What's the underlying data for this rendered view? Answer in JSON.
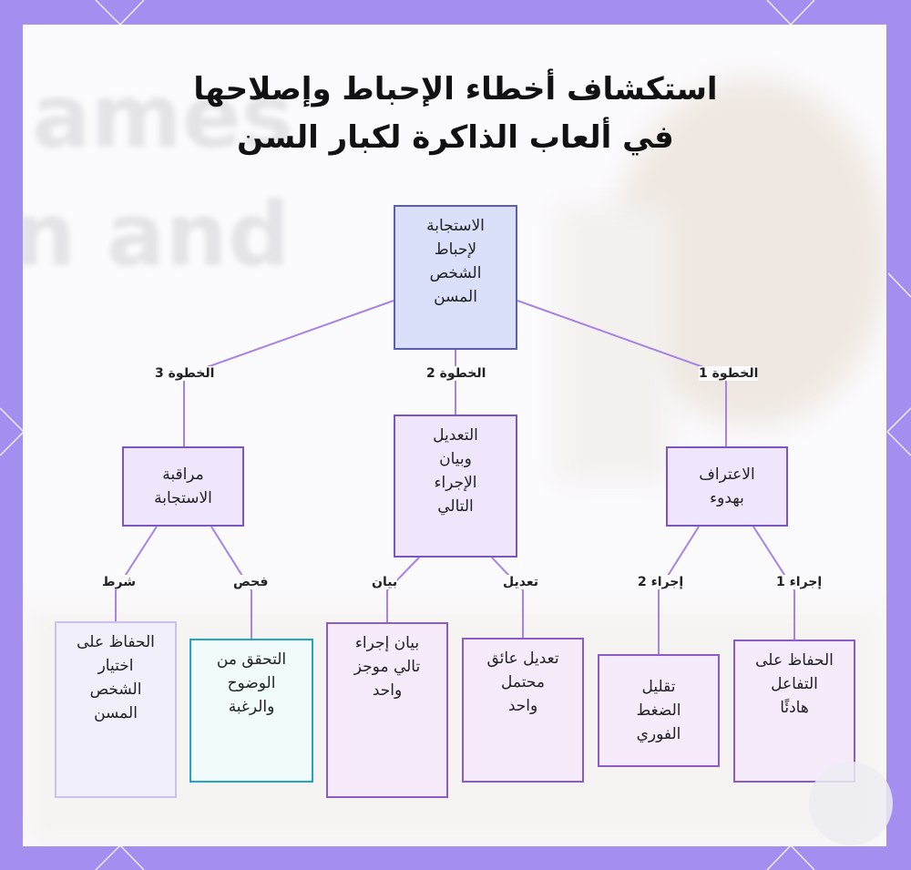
{
  "title_lines": [
    "استكشاف أخطاء الإحباط وإصلاحها",
    "في ألعاب الذاكرة لكبار السن"
  ],
  "background_text": [
    "ames",
    "n and"
  ],
  "root": "الاستجابة\nلإحباط\nالشخص\nالمسن",
  "steps": [
    {
      "edge": "الخطوة 1",
      "label": "الاعتراف\nبهدوء"
    },
    {
      "edge": "الخطوة 2",
      "label": "التعديل\nوبيان\nالإجراء\nالتالي"
    },
    {
      "edge": "الخطوة 3",
      "label": "مراقبة\nالاستجابة"
    }
  ],
  "leaves": [
    {
      "edge": "إجراء 1",
      "label": "الحفاظ على\nالتفاعل\nهادئًا"
    },
    {
      "edge": "إجراء 2",
      "label": "تقليل\nالضغط\nالفوري"
    },
    {
      "edge": "تعديل",
      "label": "تعديل عائق\nمحتمل\nواحد"
    },
    {
      "edge": "بيان",
      "label": "بيان إجراء\nتالي موجز\nواحد"
    },
    {
      "edge": "فحص",
      "label": "التحقق من\nالوضوح\nوالرغبة"
    },
    {
      "edge": "شرط",
      "label": "الحفاظ على\nاختيار\nالشخص\nالمسن"
    }
  ],
  "colors": {
    "frame": "#a48ff0",
    "connector": "#a782e8",
    "root_fill": "#dadffa",
    "step_fill": "#f0e6fb",
    "check_border": "#1ea6c4"
  }
}
